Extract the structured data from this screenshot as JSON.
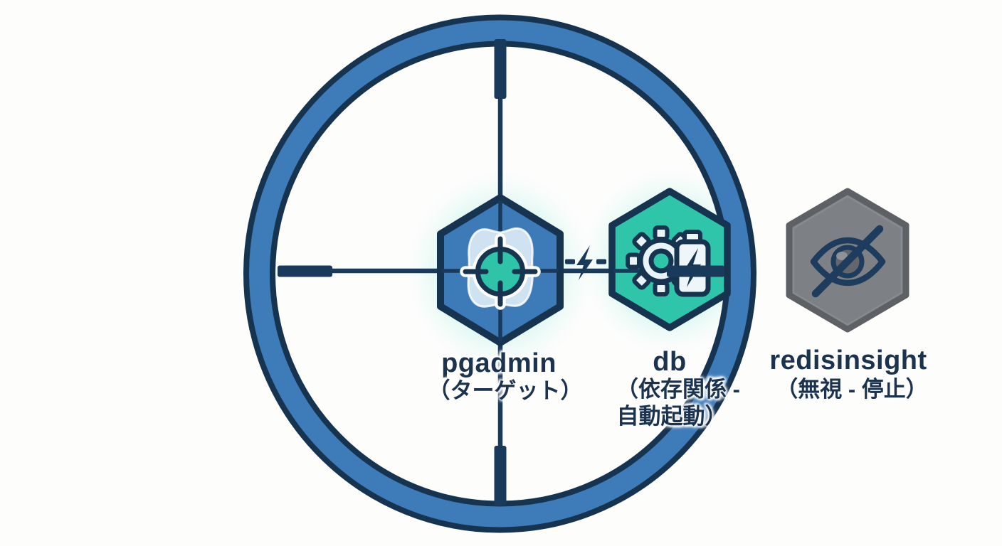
{
  "diagram": {
    "title_hint": "service-targeting-scope-diagram",
    "services": [
      {
        "name": "pgadmin",
        "sublabel": "（ターゲット）",
        "icon": "target-icon",
        "hex_color": "#3c7ab8",
        "highlighted": true
      },
      {
        "name": "db",
        "sublabel_line1": "（依存関係 -",
        "sublabel_line2": "自動起動）",
        "icon": "gear-battery-icon",
        "hex_color": "#2ec5ab",
        "highlighted": true
      },
      {
        "name": "redisinsight",
        "sublabel": "（無視 - 停止）",
        "icon": "eye-slash-icon",
        "hex_color": "#7d8185",
        "highlighted": false
      }
    ],
    "connector": {
      "icon": "lightning-bolt-icon",
      "between": [
        "pgadmin",
        "db"
      ]
    },
    "colors": {
      "ring_blue": "#3d7bb9",
      "outline_navy": "#16334f",
      "crosshair_navy": "#1a3a5c",
      "glow_teal": "#8ce7d5",
      "pgadmin_hex": "#3c7ab8",
      "db_hex": "#2ec5ab",
      "ignored_gray": "#7d8185",
      "ignored_gray_border": "#5d6165",
      "tooth_light_blue": "#cfe2f2",
      "target_teal": "#2fc3a9",
      "icon_white": "#eef6fa",
      "label_navy": "#1b334f",
      "background": "#fdfdfc"
    }
  }
}
